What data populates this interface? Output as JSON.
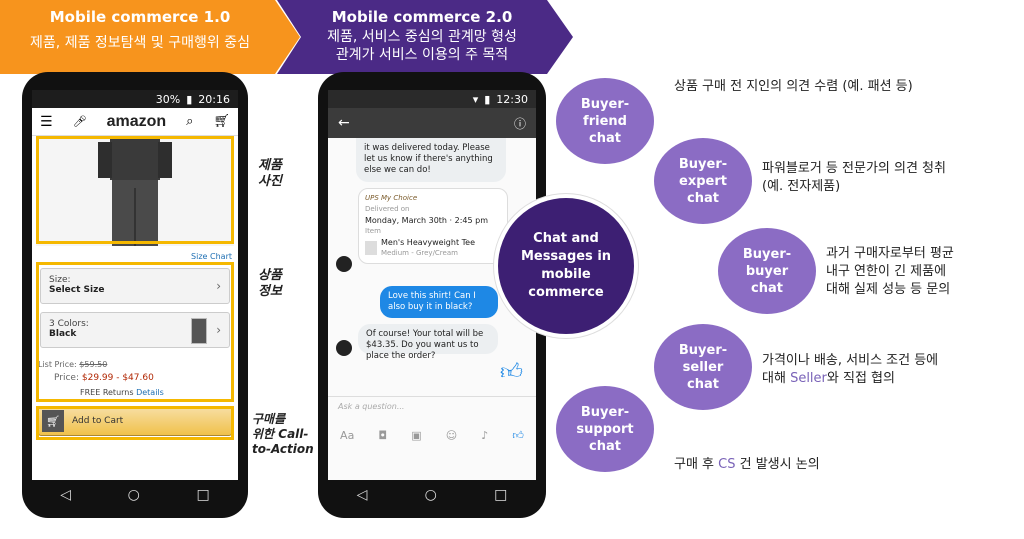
{
  "banner1": {
    "title": "Mobile commerce 1.0",
    "subtitle": "제품, 제품 정보탐색 및 구매행위 중심",
    "color": "#f7941d"
  },
  "banner2": {
    "title": "Mobile commerce 2.0",
    "subtitle_line1": "제품, 서비스 중심의 관계망 형성",
    "subtitle_line2": "관계가 서비스 이용의 주 목적",
    "color": "#4b2a86"
  },
  "phone1": {
    "status": {
      "battery": "30%",
      "time": "20:16"
    },
    "header": {
      "logo": "amazon"
    },
    "size_chart": "Size Chart",
    "size": {
      "label": "Size:",
      "value": "Select Size"
    },
    "colors": {
      "label": "3 Colors:",
      "value": "Black"
    },
    "list_price_label": "List Price:",
    "list_price": "$59.50",
    "price_label": "Price:",
    "price": "$29.99 - $47.60",
    "returns": "FREE Returns",
    "details": "Details",
    "add_to_cart": "Add to Cart"
  },
  "side_labels": {
    "photo": "제품\n사진",
    "info": "상품\n정보",
    "cta": "구매를\n위한 Call-\nto-Action"
  },
  "phone2": {
    "status": {
      "time": "12:30"
    },
    "msg1": "it was delivered today. Please let us know if there's anything else we can do!",
    "card_brand": "UPS My Choice",
    "card_delivered": "Delivered on",
    "card_date": "Monday, March 30th · 2:45 pm",
    "card_item_label": "Item",
    "card_item": "Men's Heavyweight Tee",
    "card_item_sub": "Medium - Grey/Cream",
    "msg_user": "Love this shirt! Can I also buy it in black?",
    "msg_reply": "Of course! Your total will be $43.35. Do you want us to place the order?",
    "input_placeholder": "Ask a question...",
    "toolbar_text": "Aa"
  },
  "center": {
    "label": "Chat and Messages in mobile commerce"
  },
  "circles": [
    {
      "label": "Buyer-friend chat",
      "desc": "상품 구매 전 지인의 의견 수렴 (예. 패션 등)"
    },
    {
      "label": "Buyer-expert chat",
      "desc_line1": "파워블로거 등 전문가의 의견 청취",
      "desc_line2": "(예. 전자제품)"
    },
    {
      "label": "Buyer-buyer chat",
      "desc_line1": "과거 구매자로부터 평균",
      "desc_line2": "내구 연한이 긴 제품에",
      "desc_line3": "대해 실제 성능 등 문의"
    },
    {
      "label": "Buyer-seller chat",
      "desc_line1": "가격이나 배송, 서비스 조건 등에",
      "desc_line2a": "대해 ",
      "desc_line2b": "Seller",
      "desc_line2c": "와 직접 협의"
    },
    {
      "label": "Buyer-support chat",
      "desc_a": "구매 후 ",
      "desc_b": "CS",
      "desc_c": " 건 발생시 논의"
    }
  ]
}
